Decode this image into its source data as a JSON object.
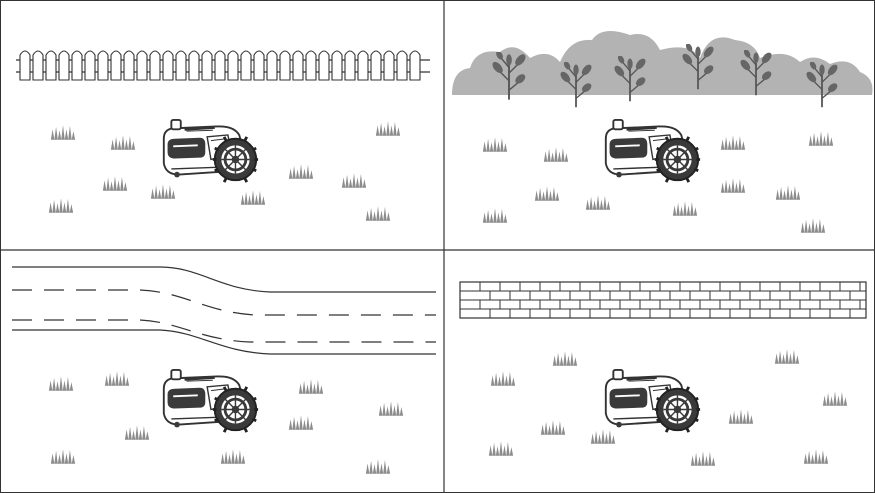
{
  "panels": [
    {
      "boundary": "fence"
    },
    {
      "boundary": "bushes"
    },
    {
      "boundary": "road"
    },
    {
      "boundary": "brick-wall"
    }
  ],
  "colors": {
    "line": "#333333",
    "grass": "#8c8c8c",
    "bush": "#b3b3b3",
    "mower_body": "#ffffff",
    "mower_dark": "#3a3a3a"
  }
}
